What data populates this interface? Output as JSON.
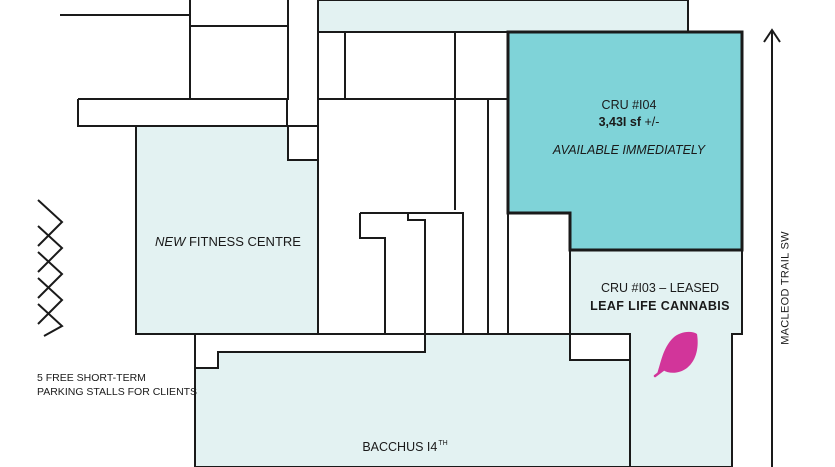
{
  "units": {
    "cru104": {
      "title": "CRU #I04",
      "area_value": "3,43I sf",
      "area_suffix": " +/-",
      "status": "AVAILABLE IMMEDIATELY",
      "fill": "#7fd3d8"
    },
    "cru103": {
      "title": "CRU #I03 – LEASED",
      "tenant": "LEAF LIFE CANNABIS"
    },
    "fitness": {
      "prefix": "NEW",
      "name": " FITNESS CENTRE"
    },
    "bacchus": {
      "name": "BACCHUS I4",
      "superscript": "TH"
    }
  },
  "parking": {
    "line1": "5 FREE SHORT-TERM",
    "line2": "PARKING STALLS FOR CLIENTS"
  },
  "street": {
    "name": "MACLEOD TRAIL SW"
  },
  "colors": {
    "unit_fill": "#e3f2f2",
    "highlight_fill": "#7fd3d8",
    "leaf": "#d2359a",
    "outline": "#1a1a1a"
  },
  "icons": {
    "leaf": "leaf-icon",
    "arrow": "north-arrow-icon"
  }
}
